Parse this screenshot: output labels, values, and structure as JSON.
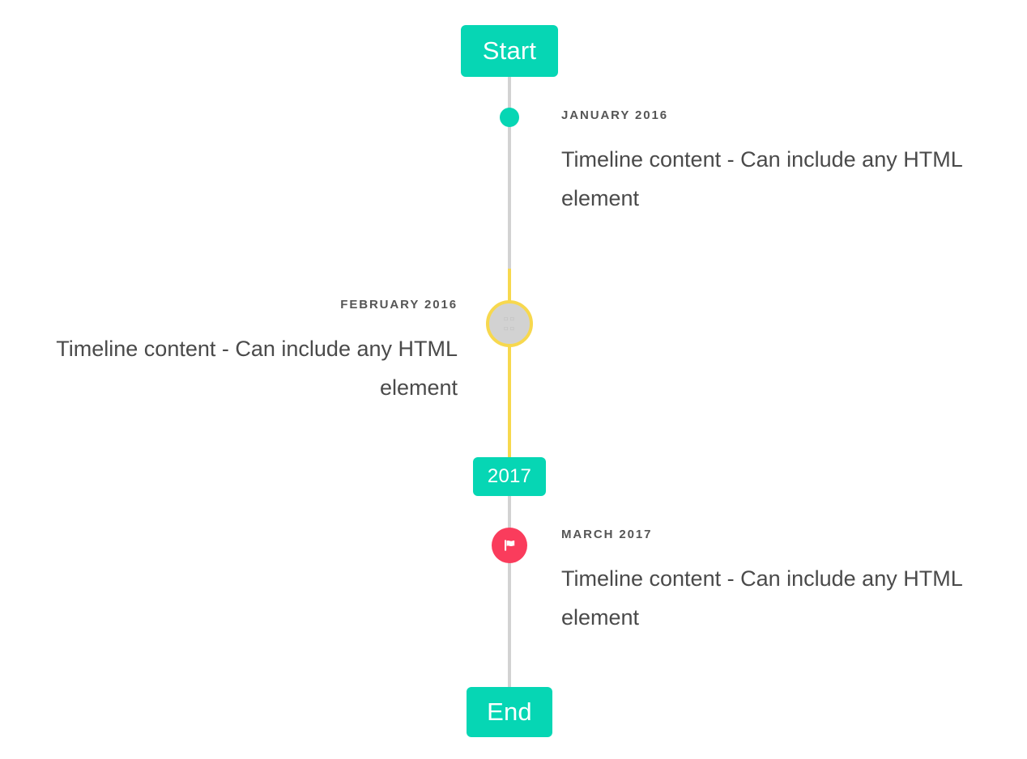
{
  "theme": {
    "accent_teal": "#06D6B4",
    "accent_yellow": "#F7D84E",
    "accent_pink": "#FA3C5C",
    "rail_gray": "#D2D2D2",
    "date_text": "#555555",
    "body_text": "#4A4A4A",
    "background": "#FFFFFF"
  },
  "timeline": {
    "start_badge": "Start",
    "year_badge": "2017",
    "end_badge": "End",
    "entries": [
      {
        "date": "JANUARY 2016",
        "body": "Timeline content - Can include any HTML element",
        "side": "right",
        "marker": "dot",
        "marker_color": "#06D6B4"
      },
      {
        "date": "FEBRUARY 2016",
        "body": "Timeline content - Can include any HTML element",
        "side": "left",
        "marker": "ring",
        "marker_color": "#F7D84E",
        "marker_glyph": "missing-glyph-icon"
      },
      {
        "date": "MARCH 2017",
        "body": "Timeline content - Can include any HTML element",
        "side": "right",
        "marker": "flag",
        "marker_color": "#FA3C5C"
      }
    ]
  }
}
